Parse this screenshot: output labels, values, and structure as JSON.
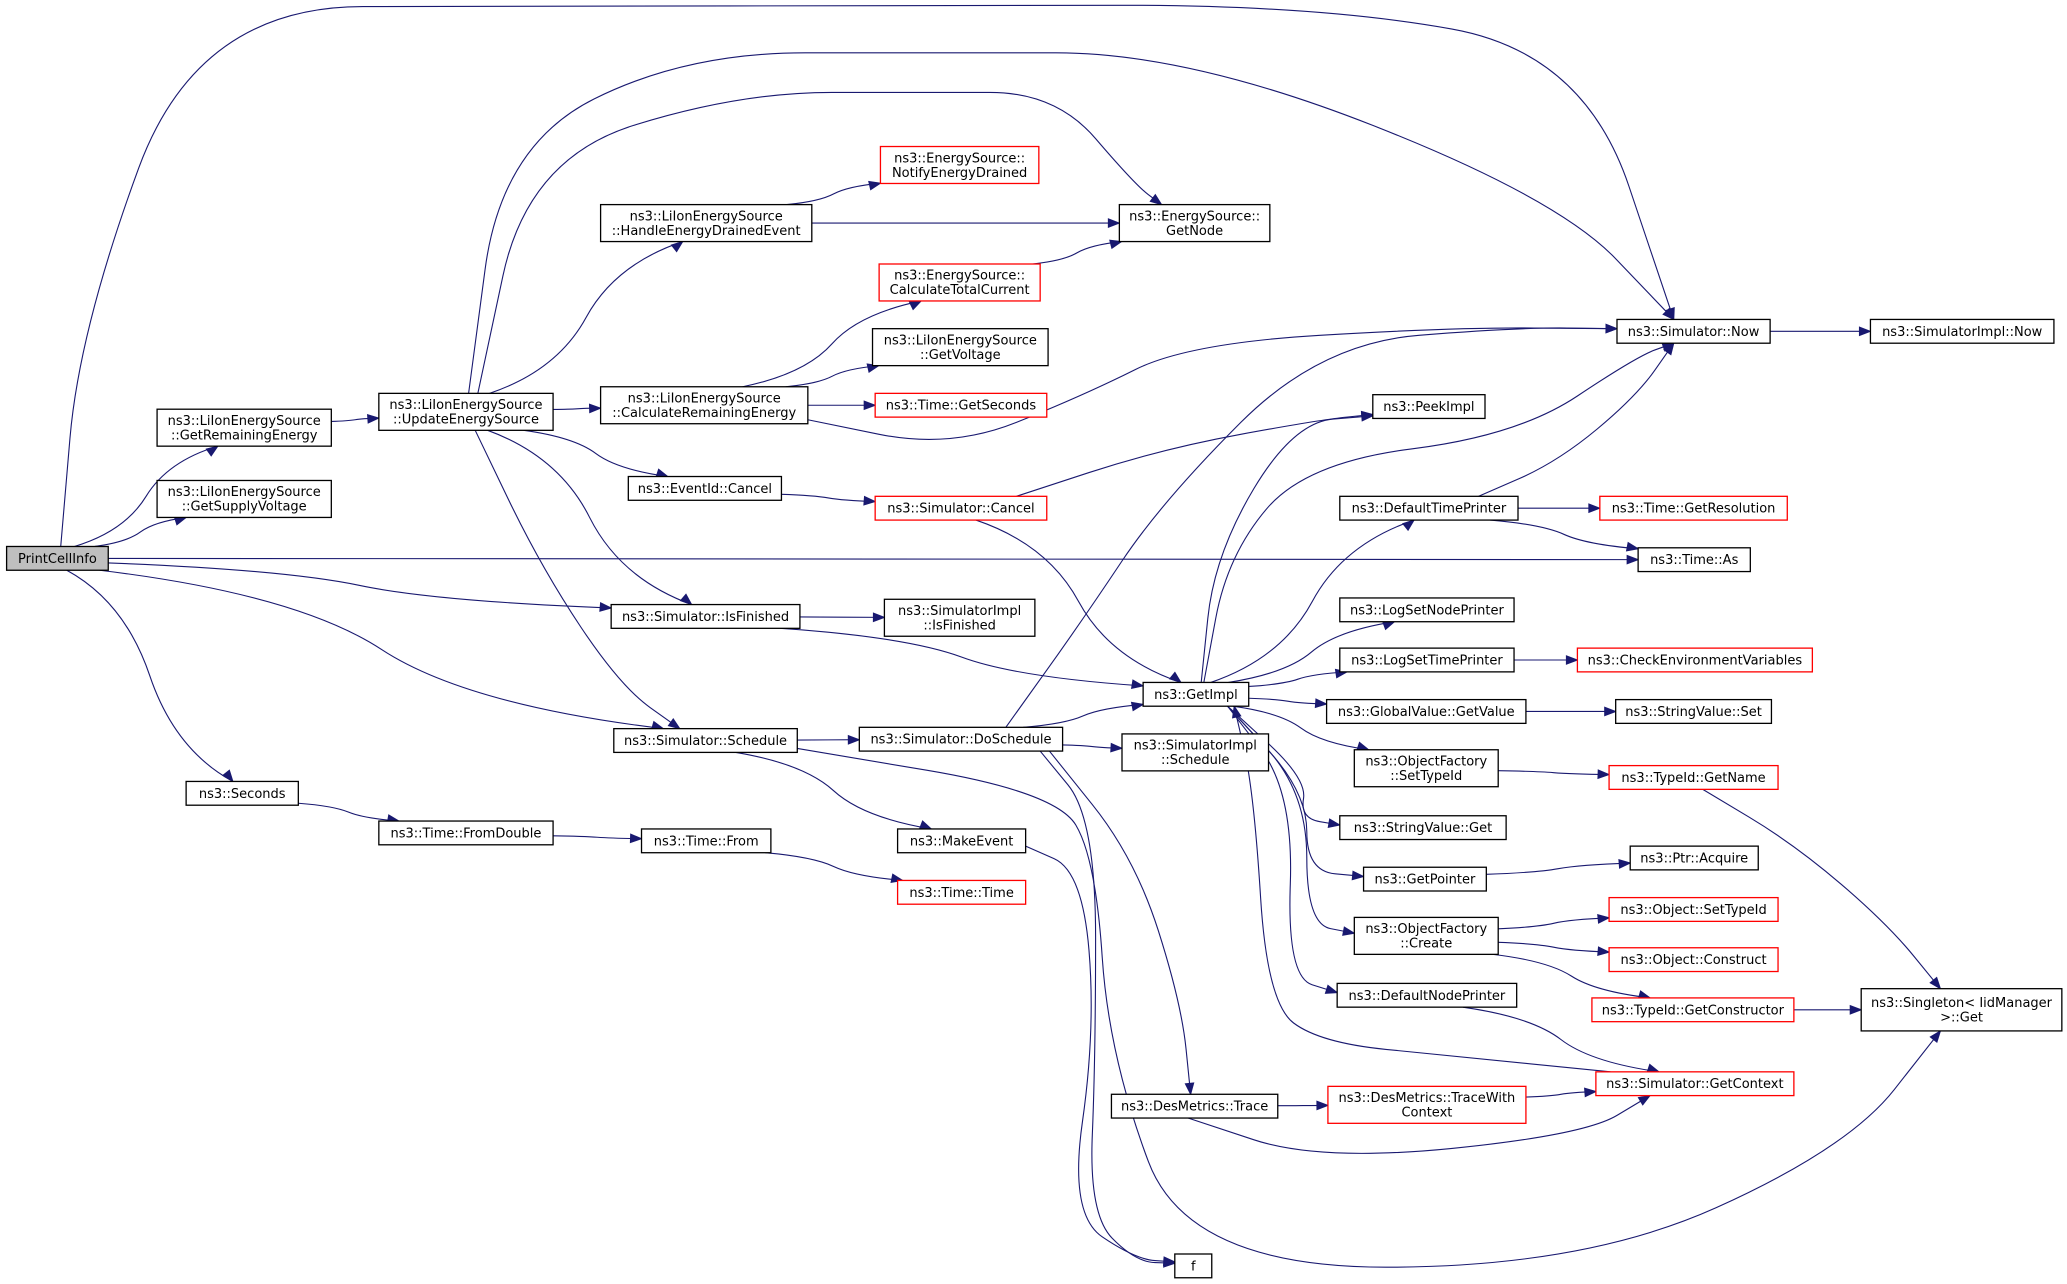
{
  "colors": {
    "edge": "#191970",
    "default_border": "#000000",
    "undocumented_border": "#ff0000",
    "root_fill": "#bfbfbf",
    "node_fill": "#ffffff"
  },
  "nodes": [
    {
      "id": "printcellinfo",
      "lines": [
        "PrintCellInfo"
      ],
      "style": "root"
    },
    {
      "id": "getremainingenergy",
      "lines": [
        "ns3::LiIonEnergySource",
        "::GetRemainingEnergy"
      ],
      "style": "normal"
    },
    {
      "id": "getsupplyvoltage",
      "lines": [
        "ns3::LiIonEnergySource",
        "::GetSupplyVoltage"
      ],
      "style": "normal"
    },
    {
      "id": "seconds",
      "lines": [
        "ns3::Seconds"
      ],
      "style": "normal"
    },
    {
      "id": "updateenergysource",
      "lines": [
        "ns3::LiIonEnergySource",
        "::UpdateEnergySource"
      ],
      "style": "normal"
    },
    {
      "id": "fromdouble",
      "lines": [
        "ns3::Time::FromDouble"
      ],
      "style": "normal"
    },
    {
      "id": "handleenergydrained",
      "lines": [
        "ns3::LiIonEnergySource",
        "::HandleEnergyDrainedEvent"
      ],
      "style": "normal"
    },
    {
      "id": "calcremaining",
      "lines": [
        "ns3::LiIonEnergySource",
        "::CalculateRemainingEnergy"
      ],
      "style": "normal"
    },
    {
      "id": "eventidcancel",
      "lines": [
        "ns3::EventId::Cancel"
      ],
      "style": "normal"
    },
    {
      "id": "isfinished",
      "lines": [
        "ns3::Simulator::IsFinished"
      ],
      "style": "normal"
    },
    {
      "id": "schedule",
      "lines": [
        "ns3::Simulator::Schedule"
      ],
      "style": "normal"
    },
    {
      "id": "timefrom",
      "lines": [
        "ns3::Time::From"
      ],
      "style": "normal"
    },
    {
      "id": "notifydrained",
      "lines": [
        "ns3::EnergySource::",
        "NotifyEnergyDrained"
      ],
      "style": "red"
    },
    {
      "id": "calctotalcurrent",
      "lines": [
        "ns3::EnergySource::",
        "CalculateTotalCurrent"
      ],
      "style": "red"
    },
    {
      "id": "getvoltage",
      "lines": [
        "ns3::LiIonEnergySource",
        "::GetVoltage"
      ],
      "style": "normal"
    },
    {
      "id": "getseconds",
      "lines": [
        "ns3::Time::GetSeconds"
      ],
      "style": "red"
    },
    {
      "id": "simcancel",
      "lines": [
        "ns3::Simulator::Cancel"
      ],
      "style": "red"
    },
    {
      "id": "implisfinished",
      "lines": [
        "ns3::SimulatorImpl",
        "::IsFinished"
      ],
      "style": "normal"
    },
    {
      "id": "doschedule",
      "lines": [
        "ns3::Simulator::DoSchedule"
      ],
      "style": "normal"
    },
    {
      "id": "makeevent",
      "lines": [
        "ns3::MakeEvent"
      ],
      "style": "normal"
    },
    {
      "id": "timetime",
      "lines": [
        "ns3::Time::Time"
      ],
      "style": "red"
    },
    {
      "id": "getnode",
      "lines": [
        "ns3::EnergySource::",
        "GetNode"
      ],
      "style": "normal"
    },
    {
      "id": "peekimpl",
      "lines": [
        "ns3::PeekImpl"
      ],
      "style": "normal"
    },
    {
      "id": "getimpl",
      "lines": [
        "ns3::GetImpl"
      ],
      "style": "normal"
    },
    {
      "id": "implschedule",
      "lines": [
        "ns3::SimulatorImpl",
        "::Schedule"
      ],
      "style": "normal"
    },
    {
      "id": "destrace",
      "lines": [
        "ns3::DesMetrics::Trace"
      ],
      "style": "normal"
    },
    {
      "id": "f",
      "lines": [
        "f"
      ],
      "style": "normal"
    },
    {
      "id": "simnow",
      "lines": [
        "ns3::Simulator::Now"
      ],
      "style": "normal"
    },
    {
      "id": "defaulttimeprinter",
      "lines": [
        "ns3::DefaultTimePrinter"
      ],
      "style": "normal"
    },
    {
      "id": "logsetnodeprinter",
      "lines": [
        "ns3::LogSetNodePrinter"
      ],
      "style": "normal"
    },
    {
      "id": "logsettimeprinter",
      "lines": [
        "ns3::LogSetTimePrinter"
      ],
      "style": "normal"
    },
    {
      "id": "globalgetvalue",
      "lines": [
        "ns3::GlobalValue::GetValue"
      ],
      "style": "normal"
    },
    {
      "id": "ofsettypeid",
      "lines": [
        "ns3::ObjectFactory",
        "::SetTypeId"
      ],
      "style": "normal"
    },
    {
      "id": "stringvalueget",
      "lines": [
        "ns3::StringValue::Get"
      ],
      "style": "normal"
    },
    {
      "id": "getpointer",
      "lines": [
        "ns3::GetPointer"
      ],
      "style": "normal"
    },
    {
      "id": "ofcreate",
      "lines": [
        "ns3::ObjectFactory",
        "::Create"
      ],
      "style": "normal"
    },
    {
      "id": "defaultnodeprinter",
      "lines": [
        "ns3::DefaultNodePrinter"
      ],
      "style": "normal"
    },
    {
      "id": "tracewithcontext",
      "lines": [
        "ns3::DesMetrics::TraceWith",
        "Context"
      ],
      "style": "red"
    },
    {
      "id": "getcontext",
      "lines": [
        "ns3::Simulator::GetContext"
      ],
      "style": "red"
    },
    {
      "id": "implnow",
      "lines": [
        "ns3::SimulatorImpl::Now"
      ],
      "style": "normal"
    },
    {
      "id": "getresolution",
      "lines": [
        "ns3::Time::GetResolution"
      ],
      "style": "red"
    },
    {
      "id": "timeas",
      "lines": [
        "ns3::Time::As"
      ],
      "style": "normal"
    },
    {
      "id": "checkenv",
      "lines": [
        "ns3::CheckEnvironmentVariables"
      ],
      "style": "red"
    },
    {
      "id": "stringvalueset",
      "lines": [
        "ns3::StringValue::Set"
      ],
      "style": "normal"
    },
    {
      "id": "typeidgetname",
      "lines": [
        "ns3::TypeId::GetName"
      ],
      "style": "red"
    },
    {
      "id": "ptracquire",
      "lines": [
        "ns3::Ptr::Acquire"
      ],
      "style": "normal"
    },
    {
      "id": "objsettypeid",
      "lines": [
        "ns3::Object::SetTypeId"
      ],
      "style": "red"
    },
    {
      "id": "objconstruct",
      "lines": [
        "ns3::Object::Construct"
      ],
      "style": "red"
    },
    {
      "id": "getconstructor",
      "lines": [
        "ns3::TypeId::GetConstructor"
      ],
      "style": "red"
    },
    {
      "id": "singletonget",
      "lines": [
        "ns3::Singleton< IidManager",
        " >::Get"
      ],
      "style": "normal"
    }
  ],
  "edges": [
    [
      "printcellinfo",
      "getremainingenergy"
    ],
    [
      "printcellinfo",
      "getsupplyvoltage"
    ],
    [
      "printcellinfo",
      "seconds"
    ],
    [
      "printcellinfo",
      "isfinished"
    ],
    [
      "printcellinfo",
      "schedule"
    ],
    [
      "printcellinfo",
      "simnow"
    ],
    [
      "printcellinfo",
      "timeas"
    ],
    [
      "getremainingenergy",
      "updateenergysource"
    ],
    [
      "updateenergysource",
      "handleenergydrained"
    ],
    [
      "updateenergysource",
      "calcremaining"
    ],
    [
      "updateenergysource",
      "eventidcancel"
    ],
    [
      "updateenergysource",
      "isfinished"
    ],
    [
      "updateenergysource",
      "schedule"
    ],
    [
      "updateenergysource",
      "getnode"
    ],
    [
      "updateenergysource",
      "simnow"
    ],
    [
      "seconds",
      "fromdouble"
    ],
    [
      "fromdouble",
      "timefrom"
    ],
    [
      "timefrom",
      "timetime"
    ],
    [
      "handleenergydrained",
      "notifydrained"
    ],
    [
      "handleenergydrained",
      "getnode"
    ],
    [
      "calcremaining",
      "calctotalcurrent"
    ],
    [
      "calcremaining",
      "getvoltage"
    ],
    [
      "calcremaining",
      "getseconds"
    ],
    [
      "calcremaining",
      "simnow"
    ],
    [
      "calctotalcurrent",
      "getnode"
    ],
    [
      "eventidcancel",
      "simcancel"
    ],
    [
      "simcancel",
      "peekimpl"
    ],
    [
      "simcancel",
      "getimpl"
    ],
    [
      "isfinished",
      "implisfinished"
    ],
    [
      "isfinished",
      "getimpl"
    ],
    [
      "schedule",
      "doschedule"
    ],
    [
      "schedule",
      "makeevent"
    ],
    [
      "schedule",
      "singletonget"
    ],
    [
      "doschedule",
      "getimpl"
    ],
    [
      "doschedule",
      "implschedule"
    ],
    [
      "doschedule",
      "destrace"
    ],
    [
      "doschedule",
      "simnow"
    ],
    [
      "doschedule",
      "f"
    ],
    [
      "makeevent",
      "f"
    ],
    [
      "destrace",
      "tracewithcontext"
    ],
    [
      "destrace",
      "getcontext"
    ],
    [
      "tracewithcontext",
      "getcontext"
    ],
    [
      "getimpl",
      "peekimpl"
    ],
    [
      "getimpl",
      "simnow"
    ],
    [
      "getimpl",
      "defaulttimeprinter"
    ],
    [
      "getimpl",
      "logsetnodeprinter"
    ],
    [
      "getimpl",
      "logsettimeprinter"
    ],
    [
      "getimpl",
      "globalgetvalue"
    ],
    [
      "getimpl",
      "ofsettypeid"
    ],
    [
      "getimpl",
      "stringvalueget"
    ],
    [
      "getimpl",
      "getpointer"
    ],
    [
      "getimpl",
      "ofcreate"
    ],
    [
      "getimpl",
      "defaultnodeprinter"
    ],
    [
      "getcontext",
      "getimpl"
    ],
    [
      "defaulttimeprinter",
      "simnow"
    ],
    [
      "defaulttimeprinter",
      "getresolution"
    ],
    [
      "defaulttimeprinter",
      "timeas"
    ],
    [
      "logsettimeprinter",
      "checkenv"
    ],
    [
      "globalgetvalue",
      "stringvalueset"
    ],
    [
      "ofsettypeid",
      "typeidgetname"
    ],
    [
      "getpointer",
      "ptracquire"
    ],
    [
      "ofcreate",
      "objsettypeid"
    ],
    [
      "ofcreate",
      "objconstruct"
    ],
    [
      "ofcreate",
      "getconstructor"
    ],
    [
      "defaultnodeprinter",
      "getcontext"
    ],
    [
      "simnow",
      "implnow"
    ],
    [
      "typeidgetname",
      "singletonget"
    ],
    [
      "getconstructor",
      "singletonget"
    ]
  ]
}
